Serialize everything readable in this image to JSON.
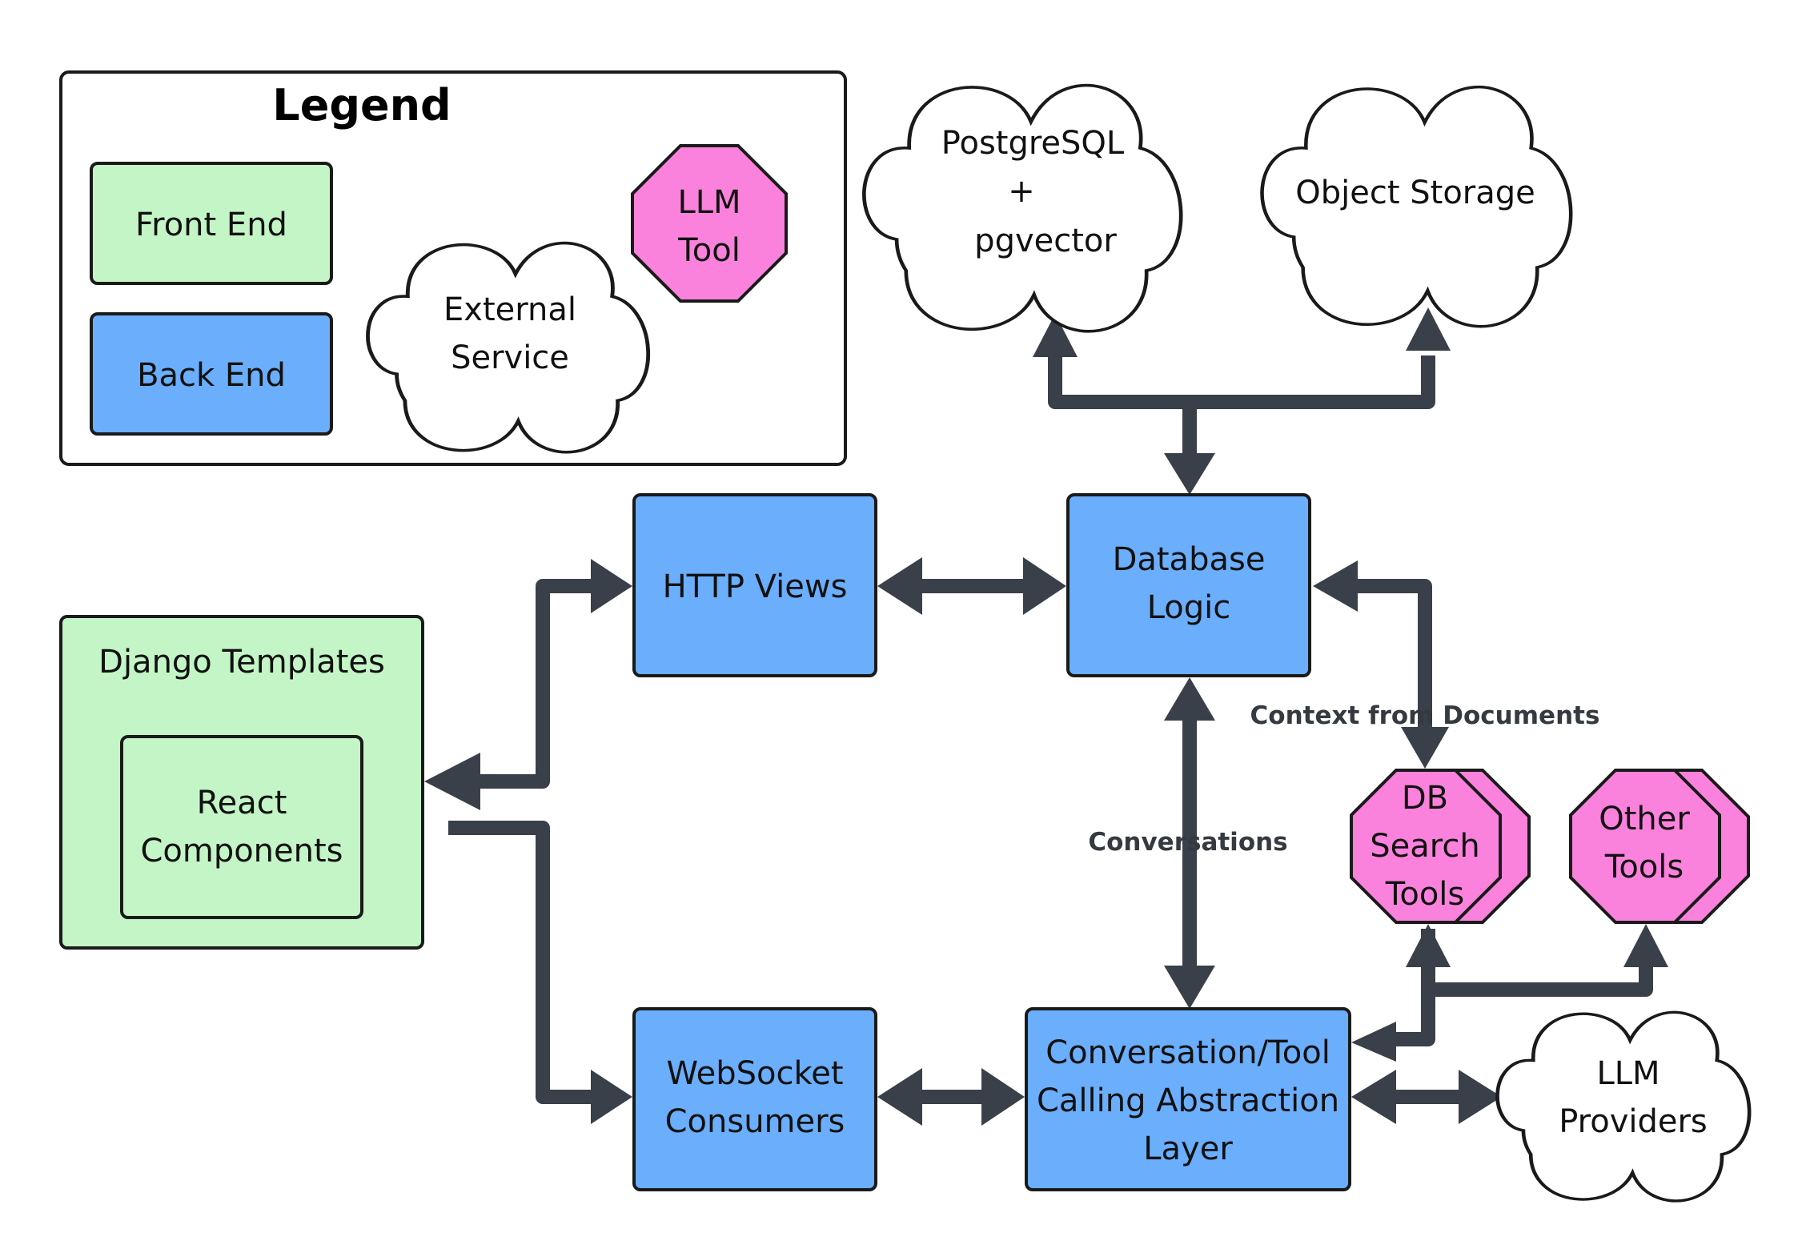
{
  "colors": {
    "front_end": "#c4f5c6",
    "back_end": "#6aaefc",
    "llm_tool": "#fb82dc",
    "external": "#ffffff",
    "arrow": "#3a4049"
  },
  "legend": {
    "title": "Legend",
    "front_end": "Front End",
    "back_end": "Back End",
    "external": [
      "External",
      "Service"
    ],
    "llm_tool": [
      "LLM",
      "Tool"
    ]
  },
  "nodes": {
    "postgres": [
      "PostgreSQL",
      "+",
      "pgvector"
    ],
    "object_storage": "Object Storage",
    "django_templates": "Django Templates",
    "react_components": [
      "React",
      "Components"
    ],
    "http_views": "HTTP Views",
    "database_logic": [
      "Database",
      "Logic"
    ],
    "websocket_consumers": [
      "WebSocket",
      "Consumers"
    ],
    "abstraction_layer": [
      "Conversation/Tool",
      "Calling Abstraction",
      "Layer"
    ],
    "db_search_tools": [
      "DB",
      "Search",
      "Tools"
    ],
    "other_tools": [
      "Other",
      "Tools"
    ],
    "llm_providers": [
      "LLM",
      "Providers"
    ]
  },
  "edge_labels": {
    "context": "Context from Documents",
    "conversations": "Conversations"
  }
}
